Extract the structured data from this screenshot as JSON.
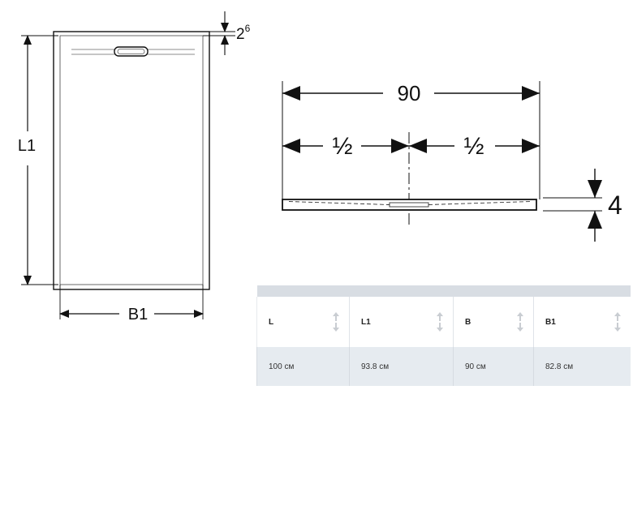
{
  "drawing": {
    "plan_height_label": "L1",
    "plan_width_label": "B1",
    "thickness_label_base": "2",
    "thickness_label_sup": "6",
    "profile_total_width": "90",
    "profile_half_left": "½",
    "profile_half_right": "½",
    "profile_height": "4"
  },
  "table": {
    "columns": [
      {
        "label": "L",
        "icon": "sort-arrows-icon"
      },
      {
        "label": "L1",
        "icon": "sort-arrows-icon"
      },
      {
        "label": "B",
        "icon": "sort-arrows-icon"
      },
      {
        "label": "B1",
        "icon": "sort-arrows-icon"
      }
    ],
    "rows": [
      [
        "100 см",
        "93.8 см",
        "90 см",
        "82.8 см"
      ]
    ]
  },
  "colors": {
    "header_band": "#d8dde3",
    "row_background": "#e6ebf0",
    "line": "#111111"
  }
}
